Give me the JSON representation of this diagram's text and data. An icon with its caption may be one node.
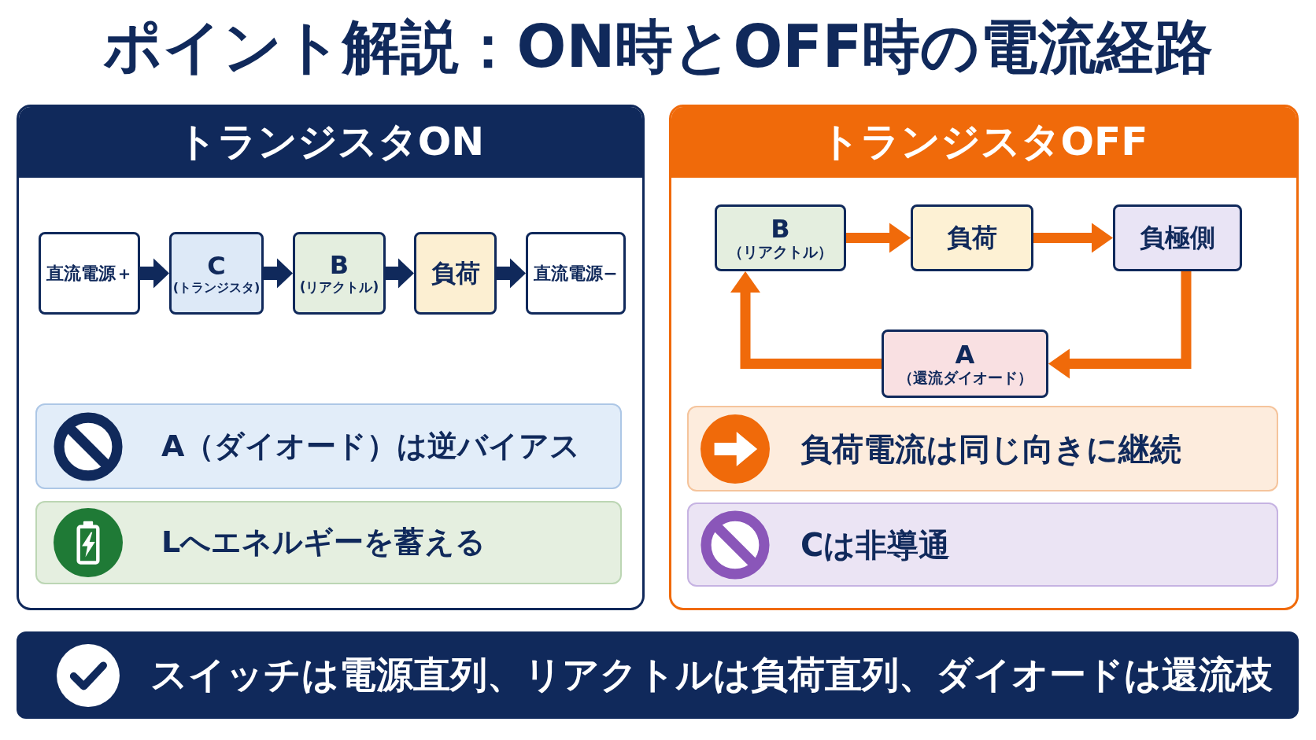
{
  "diagram": {
    "title": "ポイント解説：ON時とOFF時の電流経路",
    "nodes": [
      {
        "text": [
          "トランジスタON"
        ]
      },
      {
        "text": [
          "直流電源＋"
        ],
        "in": 0
      },
      {
        "text": [
          "C",
          "(トランジスタ)"
        ],
        "in": 0
      },
      {
        "text": [
          "B",
          "(リアクトル)"
        ],
        "in": 0
      },
      {
        "text": [
          "負荷"
        ],
        "in": 0
      },
      {
        "text": [
          "直流電源−"
        ],
        "in": 0
      },
      {
        "text": [
          "A（ダイオード）は逆バイアス"
        ],
        "in": 0
      },
      {
        "text": [
          "Lへエネルギーを蓄える"
        ],
        "in": 0
      },
      {
        "text": [
          "トランジスタOFF"
        ]
      },
      {
        "text": [
          "B",
          "（リアクトル）"
        ],
        "in": 8
      },
      {
        "text": [
          "負荷"
        ],
        "in": 8
      },
      {
        "text": [
          "負極側"
        ],
        "in": 8
      },
      {
        "text": [
          "A",
          "（還流ダイオード）"
        ],
        "in": 8
      },
      {
        "text": [
          "負荷電流は同じ向きに継続"
        ],
        "in": 8
      },
      {
        "text": [
          "Cは非導通"
        ],
        "in": 8
      },
      {
        "text": [
          "スイッチは電源直列、リアクトルは負荷直列、ダイオードは還流枝"
        ]
      }
    ],
    "edges": [
      {
        "from": 1,
        "to": 2,
        "arrow": "to"
      },
      {
        "from": 2,
        "to": 3,
        "arrow": "to"
      },
      {
        "from": 3,
        "to": 4,
        "arrow": "to"
      },
      {
        "from": 4,
        "to": 5,
        "arrow": "to"
      },
      {
        "from": 9,
        "to": 10,
        "arrow": "to",
        "color": "#f06a0a"
      },
      {
        "from": 10,
        "to": 11,
        "arrow": "to",
        "color": "#f06a0a"
      },
      {
        "from": 11,
        "to": 12,
        "arrow": "to",
        "color": "#f06a0a"
      },
      {
        "from": 12,
        "to": 9,
        "arrow": "to",
        "color": "#f06a0a"
      }
    ]
  }
}
